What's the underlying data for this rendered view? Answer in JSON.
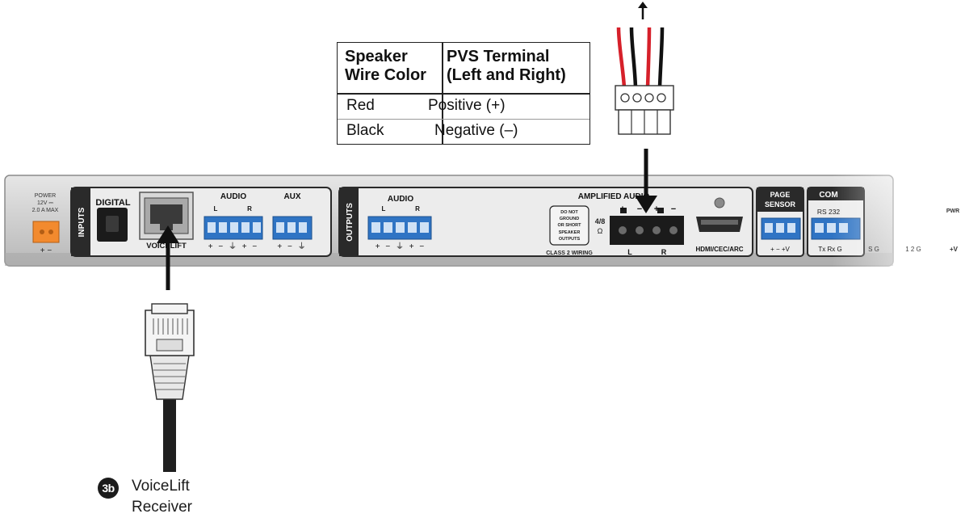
{
  "table": {
    "col1_header": [
      "Speaker",
      "Wire Color"
    ],
    "col2_header": [
      "PVS Terminal",
      "(Left and Right)"
    ],
    "rows": [
      {
        "color": "Red",
        "terminal": "Positive (+)"
      },
      {
        "color": "Black",
        "terminal": "Negative (–)"
      }
    ]
  },
  "device": {
    "power": [
      "POWER",
      "12V ⎓",
      "2.0 A MAX"
    ],
    "power_polarity": "+ −",
    "inputs_label": "INPUTS",
    "digital_label": "DIGITAL",
    "voicelift_label": "VOICELIFT",
    "audio_in_label": "AUDIO",
    "audio_in_lr": [
      "L",
      "R"
    ],
    "audio_in_pins": "+ − ⏚ + −",
    "aux_label": "AUX",
    "aux_pins": "+ − ⏚",
    "outputs_label": "OUTPUTS",
    "audio_out_label": "AUDIO",
    "audio_out_lr": [
      "L",
      "R"
    ],
    "audio_out_pins": "+ − ⏚ + −",
    "amplified_label": "AMPLIFIED AUDIO",
    "warning_lines": [
      "DO NOT",
      "GROUND",
      "OR SHORT",
      "SPEAKER",
      "OUTPUTS"
    ],
    "impedance": [
      "4/8",
      "Ω"
    ],
    "class2": "CLASS 2 WIRING",
    "amp_pins": [
      "+",
      "−",
      "+",
      "−"
    ],
    "amp_lr": [
      "L",
      "R"
    ],
    "hdmi_label": "HDMI/CEC/ARC",
    "page_sensor_label": [
      "PAGE",
      "SENSOR"
    ],
    "page_sensor_pins": "+ − +V",
    "com_label": "COM",
    "rs232_label": "RS 232",
    "rs232_pins": "Tx Rx G",
    "extra_pins": [
      "S G",
      "1 2 G"
    ],
    "pwr_label": "PWR",
    "plus_v": "+V"
  },
  "callout": {
    "badge": "3b",
    "label": [
      "VoiceLift",
      "Receiver"
    ]
  },
  "colors": {
    "terminal_blue": "#2f74c4",
    "power_orange": "#f28a2e",
    "panel_dark": "#2a2a2a",
    "wire_red": "#d6202a",
    "wire_black": "#111111"
  }
}
